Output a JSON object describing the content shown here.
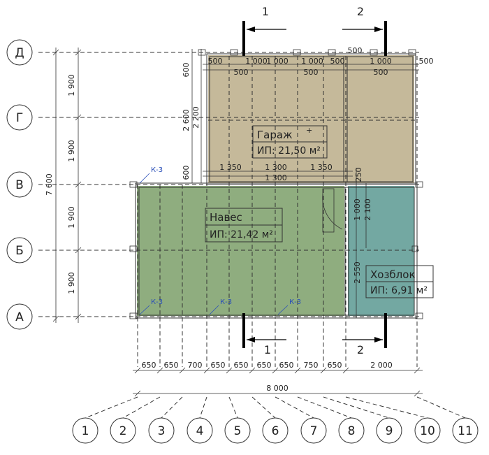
{
  "colors": {
    "garage": "#c5b99a",
    "navess": "#8fad7f",
    "hozblok": "#73a8a2",
    "annot": "#2a4fb8"
  },
  "rows": [
    {
      "label": "Д"
    },
    {
      "label": "Г"
    },
    {
      "label": "В"
    },
    {
      "label": "Б"
    },
    {
      "label": "А"
    }
  ],
  "row_dims": [
    "1 900",
    "1 900",
    "1 900",
    "1 900"
  ],
  "row_total": "7 600",
  "cols": [
    "1",
    "2",
    "3",
    "4",
    "5",
    "6",
    "7",
    "8",
    "9",
    "10",
    "11"
  ],
  "col_dims": [
    "650",
    "650",
    "700",
    "650",
    "650",
    "650",
    "650",
    "750",
    "650",
    "2 000"
  ],
  "col_total": "8 000",
  "sections": {
    "s1": "1",
    "s2": "2"
  },
  "rooms": {
    "garage": {
      "name": "Гараж",
      "area": "ИП: 21,50 м²"
    },
    "navess": {
      "name": "Навес",
      "area": "ИП: 21,42 м²"
    },
    "hozblok": {
      "name": "Хозблок",
      "area": "ИП: 6,91 м²"
    }
  },
  "top_dims": {
    "row1": [
      "500",
      "1 000",
      "1 000",
      "1 000",
      "500",
      "1 000",
      "500"
    ],
    "row2": [
      "500",
      "500",
      "500"
    ],
    "top500": "500"
  },
  "mid_dims": {
    "row1": [
      "1 350",
      "1 300",
      "1 350"
    ],
    "row2": "1 300"
  },
  "left_inner": {
    "d600a": "600",
    "d2600": "2 600",
    "d2200": "2 200",
    "d600b": "600"
  },
  "right_inner": {
    "d250": "250",
    "d1000": "1 000",
    "d2100": "2 100",
    "d2550": "2 550"
  },
  "k3": [
    "К-3",
    "К-3",
    "К-3",
    "К-3"
  ]
}
